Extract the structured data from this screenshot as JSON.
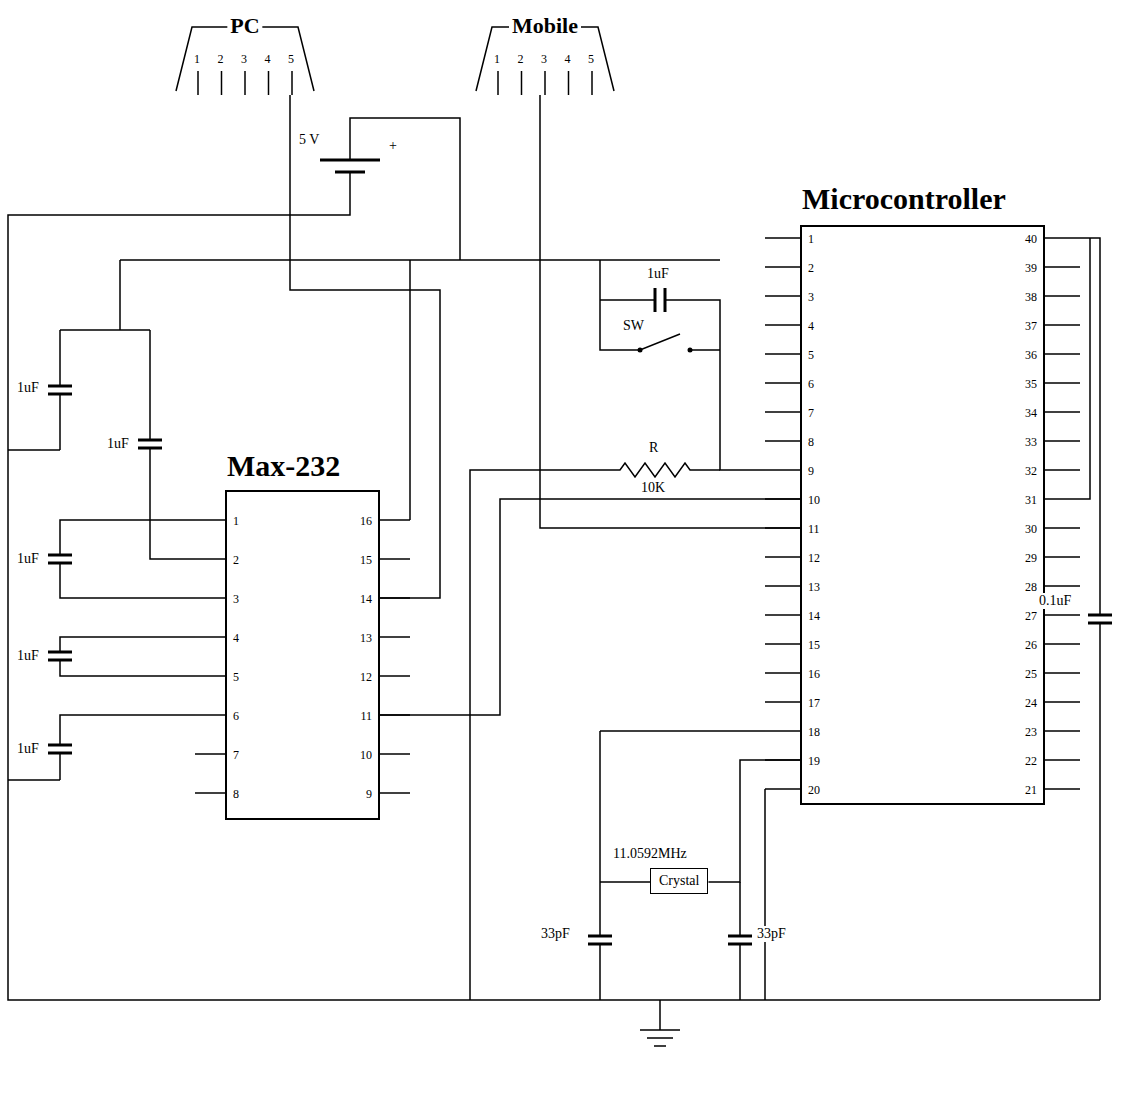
{
  "diagram": {
    "nodes": [
      {
        "text": [
          "PC",
          "1",
          "2",
          "3",
          "4",
          "5"
        ]
      },
      {
        "text": [
          "Mobile",
          "1",
          "2",
          "3",
          "4",
          "5"
        ]
      },
      {
        "text": [
          "Microcontroller",
          "1",
          "2",
          "3",
          "4",
          "5",
          "6",
          "7",
          "8",
          "9",
          "10",
          "11",
          "12",
          "13",
          "14",
          "15",
          "16",
          "17",
          "18",
          "19",
          "20",
          "21",
          "22",
          "23",
          "24",
          "25",
          "26",
          "27",
          "28",
          "29",
          "30",
          "31",
          "32",
          "33",
          "34",
          "35",
          "36",
          "37",
          "38",
          "39",
          "40"
        ]
      },
      {
        "text": [
          "Max-232",
          "1",
          "2",
          "3",
          "4",
          "5",
          "6",
          "7",
          "8",
          "9",
          "10",
          "11",
          "12",
          "13",
          "14",
          "15",
          "16"
        ]
      },
      {
        "text": [
          "Crystal"
        ]
      }
    ],
    "edges": [
      {
        "from": 0,
        "to": 3,
        "arrow": "none"
      },
      {
        "from": 1,
        "to": 2,
        "arrow": "none"
      },
      {
        "from": 3,
        "to": 2,
        "arrow": "none"
      },
      {
        "from": 4,
        "to": 2,
        "arrow": "none"
      }
    ],
    "labels": [
      "5 V",
      "+",
      "1uF",
      "SW",
      "1uF",
      "1uF",
      "R",
      "10K",
      "1uF",
      "1uF",
      "1uF",
      "0.1uF",
      "11.0592MHz",
      "33pF",
      "33pF"
    ]
  }
}
